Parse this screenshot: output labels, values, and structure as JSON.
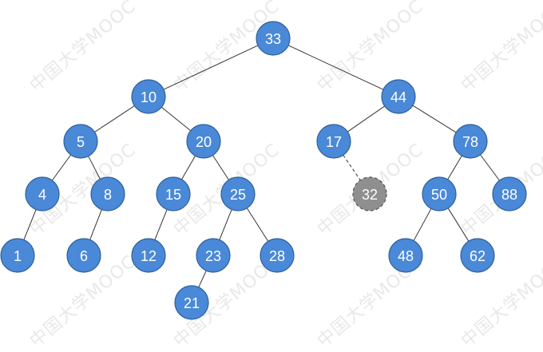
{
  "watermark": {
    "text": "中国大学MOOC"
  },
  "tree": {
    "node_fill": "#4a89d8",
    "node_stroke": "#2f5f9a",
    "ghost_fill": "#8f8f8f",
    "ghost_stroke": "#555555",
    "edge_color": "#333333",
    "nodes": [
      {
        "id": "n33",
        "label": "33"
      },
      {
        "id": "n10",
        "label": "10"
      },
      {
        "id": "n44",
        "label": "44"
      },
      {
        "id": "n5",
        "label": "5"
      },
      {
        "id": "n20",
        "label": "20"
      },
      {
        "id": "n17",
        "label": "17"
      },
      {
        "id": "n78",
        "label": "78"
      },
      {
        "id": "n4",
        "label": "4"
      },
      {
        "id": "n8",
        "label": "8"
      },
      {
        "id": "n15",
        "label": "15"
      },
      {
        "id": "n25",
        "label": "25"
      },
      {
        "id": "n32",
        "label": "32",
        "ghost": true
      },
      {
        "id": "n50",
        "label": "50"
      },
      {
        "id": "n88",
        "label": "88"
      },
      {
        "id": "n1",
        "label": "1"
      },
      {
        "id": "n6",
        "label": "6"
      },
      {
        "id": "n12",
        "label": "12"
      },
      {
        "id": "n23",
        "label": "23"
      },
      {
        "id": "n28",
        "label": "28"
      },
      {
        "id": "n48",
        "label": "48"
      },
      {
        "id": "n62",
        "label": "62"
      },
      {
        "id": "n21",
        "label": "21"
      }
    ],
    "edges": [
      [
        "n33",
        "n10"
      ],
      [
        "n33",
        "n44"
      ],
      [
        "n10",
        "n5"
      ],
      [
        "n10",
        "n20"
      ],
      [
        "n44",
        "n17"
      ],
      [
        "n44",
        "n78"
      ],
      [
        "n5",
        "n4"
      ],
      [
        "n5",
        "n8"
      ],
      [
        "n20",
        "n15"
      ],
      [
        "n20",
        "n25"
      ],
      [
        "n17",
        "n32",
        "dashed"
      ],
      [
        "n78",
        "n50"
      ],
      [
        "n78",
        "n88"
      ],
      [
        "n4",
        "n1"
      ],
      [
        "n8",
        "n6"
      ],
      [
        "n15",
        "n12"
      ],
      [
        "n25",
        "n23"
      ],
      [
        "n25",
        "n28"
      ],
      [
        "n50",
        "n48"
      ],
      [
        "n50",
        "n62"
      ],
      [
        "n23",
        "n21"
      ]
    ]
  }
}
